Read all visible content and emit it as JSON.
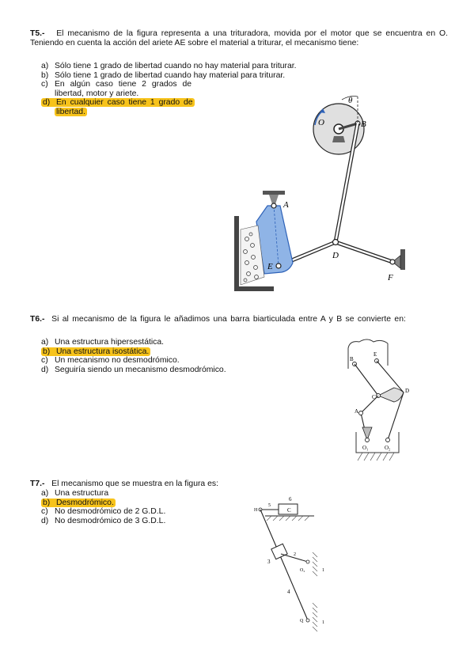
{
  "t5": {
    "num": "T5.-",
    "stem": "El mecanismo de la figura representa a una trituradora, movida por el motor que se encuentra en O. Teniendo en cuenta la acción del ariete AE sobre el material a triturar, el mecanismo tiene:",
    "options": [
      {
        "letter": "a)",
        "text": "Sólo tiene 1 grado de libertad cuando no hay material para triturar."
      },
      {
        "letter": "b)",
        "text": "Sólo tiene 1 grado de libertad cuando hay material para triturar."
      },
      {
        "letter": "c)",
        "text_line1": "En algún caso tiene 2 grados de",
        "text_line2": "libertad, motor y ariete."
      },
      {
        "letter": "d)",
        "text_line1": "En cualquier caso tiene 1 grado de",
        "text_line2": "libertad."
      }
    ],
    "figure_labels": {
      "theta": "θ",
      "O": "O",
      "B": "B",
      "A": "A",
      "D": "D",
      "E": "E",
      "F": "F"
    }
  },
  "t6": {
    "num": "T6.-",
    "stem": "Si al mecanismo de la figura le añadimos una barra biarticulada entre A y B se convierte en:",
    "options": [
      {
        "letter": "a)",
        "text": "Una estructura hipersestática."
      },
      {
        "letter": "b)",
        "text": "Una estructura isostática."
      },
      {
        "letter": "c)",
        "text": "Un mecanismo no desmodrómico."
      },
      {
        "letter": "d)",
        "text": "Seguiría siendo un mecanismo desmodrómico."
      }
    ],
    "figure_labels": {
      "B": "B",
      "E": "E",
      "A": "A",
      "C": "C",
      "D": "D",
      "O1": "O₁",
      "O2": "O₂"
    }
  },
  "t7": {
    "num": "T7.-",
    "stem": "El mecanismo que se muestra en la figura es:",
    "options": [
      {
        "letter": "a)",
        "text": "Una estructura"
      },
      {
        "letter": "b)",
        "text": "Desmodrómico."
      },
      {
        "letter": "c)",
        "text": "No desmodrómico de 2 G.D.L."
      },
      {
        "letter": "d)",
        "text": "No desmodrómico de 3 G.D.L."
      }
    ],
    "figure_labels": {
      "six": "6",
      "five": "5",
      "C": "C",
      "H": "H",
      "three": "3",
      "two": "2",
      "O2": "O₂",
      "one_a": "1",
      "four": "4",
      "one_b": "1",
      "Q": "Q"
    }
  },
  "colors": {
    "highlight": "#f7c31b",
    "ram_fill": "#8fb4e6",
    "ram_stroke": "#2e62b8"
  }
}
